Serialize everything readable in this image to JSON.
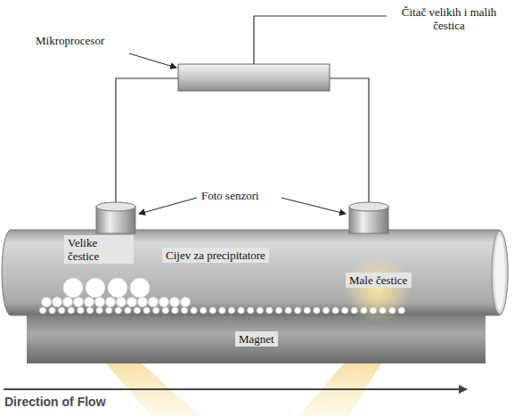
{
  "diagram": {
    "nodes": [
      {
        "text": [
          "Mikroprocesor"
        ]
      },
      {
        "text": [
          "Cijev za precipitatore"
        ]
      },
      {
        "text": [
          "Magnet"
        ]
      }
    ],
    "labels": [
      "Čitač velikih i malih čestica",
      "Foto senzori",
      "Velike čestice",
      "Male čestice",
      "Direction of Flow"
    ]
  }
}
